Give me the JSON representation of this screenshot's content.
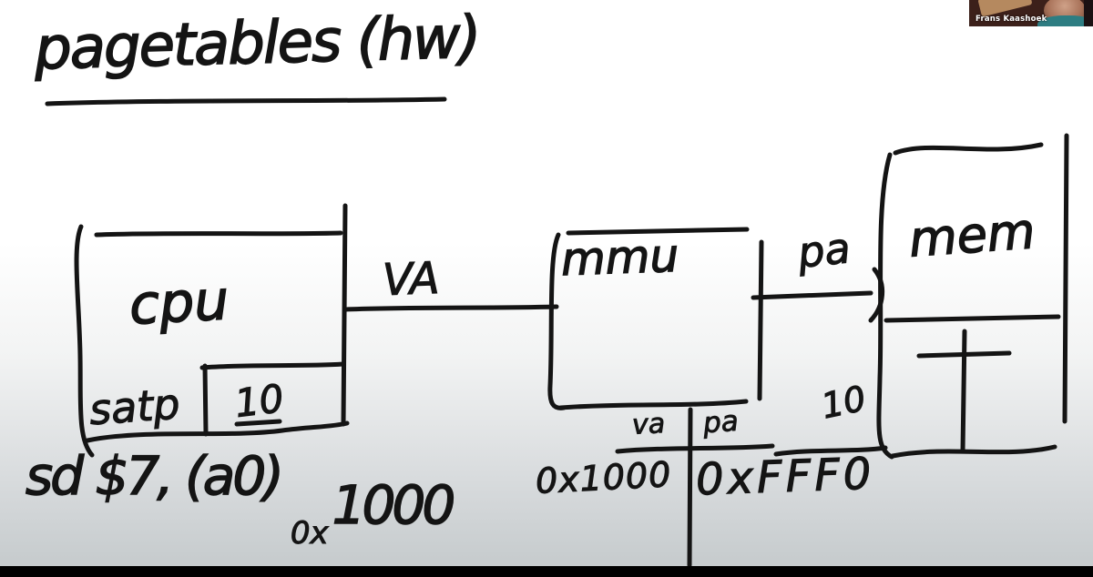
{
  "video_call": {
    "speaker_name": "Frans Kaashoek"
  },
  "whiteboard": {
    "title": "pagetables (hw)",
    "cpu_box": {
      "label": "cpu",
      "register_name": "satp",
      "register_value": "10"
    },
    "va_label": "VA",
    "mmu_box": {
      "label": "mmu"
    },
    "pa_label": "pa",
    "mem_box": {
      "label": "mem",
      "page_table_pointer": "10"
    },
    "translation_table": {
      "headers": {
        "va": "va",
        "pa": "pa"
      },
      "row": {
        "va": "0x1000",
        "pa": "0xFFF0"
      }
    },
    "instruction": {
      "code": "sd $7, (a0)",
      "subscript": "0x",
      "address": "1000"
    }
  },
  "colors": {
    "ink": "#141414",
    "background_top": "#ffffff",
    "background_bottom": "#c7ccce",
    "letterbox": "#000000",
    "speaker_label_text": "#ffffff"
  }
}
